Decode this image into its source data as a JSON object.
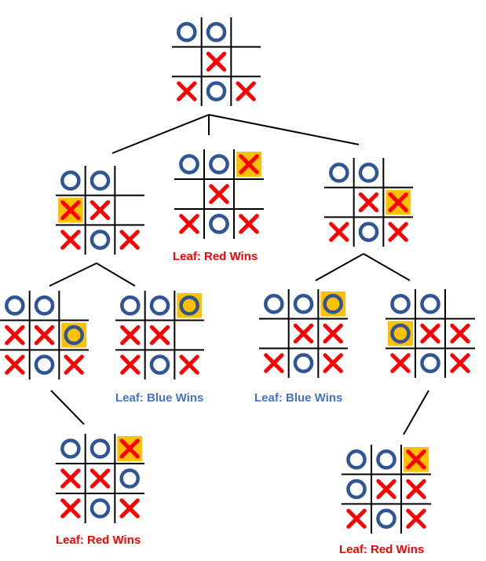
{
  "colors": {
    "x_mark": "#ff0000",
    "o_mark": "#2f5597",
    "highlight": "#ffc000",
    "grid": "#000000",
    "edge": "#000000",
    "label_red": "#ff0000",
    "label_blue": "#4472c4"
  },
  "icons": {
    "x": "x-mark-icon",
    "o": "o-mark-icon"
  },
  "boards": [
    {
      "id": "root",
      "cells": [
        "O",
        "O",
        "",
        "",
        "X",
        "",
        "X",
        "O",
        "X"
      ],
      "highlight": null
    },
    {
      "id": "n1",
      "cells": [
        "O",
        "O",
        "",
        "X",
        "X",
        "",
        "X",
        "O",
        "X"
      ],
      "highlight": 3
    },
    {
      "id": "n2",
      "cells": [
        "O",
        "O",
        "X",
        "",
        "X",
        "",
        "X",
        "O",
        "X"
      ],
      "highlight": 2
    },
    {
      "id": "n3",
      "cells": [
        "O",
        "O",
        "",
        "",
        "X",
        "X",
        "X",
        "O",
        "X"
      ],
      "highlight": 5
    },
    {
      "id": "n1a",
      "cells": [
        "O",
        "O",
        "",
        "X",
        "X",
        "O",
        "X",
        "O",
        "X"
      ],
      "highlight": 5
    },
    {
      "id": "n1b",
      "cells": [
        "O",
        "O",
        "O",
        "X",
        "X",
        "",
        "X",
        "O",
        "X"
      ],
      "highlight": 2
    },
    {
      "id": "n3a",
      "cells": [
        "O",
        "O",
        "O",
        "",
        "X",
        "X",
        "X",
        "O",
        "X"
      ],
      "highlight": 2
    },
    {
      "id": "n3b",
      "cells": [
        "O",
        "O",
        "",
        "O",
        "X",
        "X",
        "X",
        "O",
        "X"
      ],
      "highlight": 3
    },
    {
      "id": "n1a1",
      "cells": [
        "O",
        "O",
        "X",
        "X",
        "X",
        "O",
        "X",
        "O",
        "X"
      ],
      "highlight": 2
    },
    {
      "id": "n3b1",
      "cells": [
        "O",
        "O",
        "X",
        "O",
        "X",
        "X",
        "X",
        "O",
        "X"
      ],
      "highlight": 2
    }
  ],
  "labels": {
    "n2": "Leaf: Red Wins",
    "n1b": "Leaf: Blue Wins",
    "n3a": "Leaf: Blue Wins",
    "n1a1": "Leaf: Red Wins",
    "n3b1": "Leaf: Red Wins"
  }
}
